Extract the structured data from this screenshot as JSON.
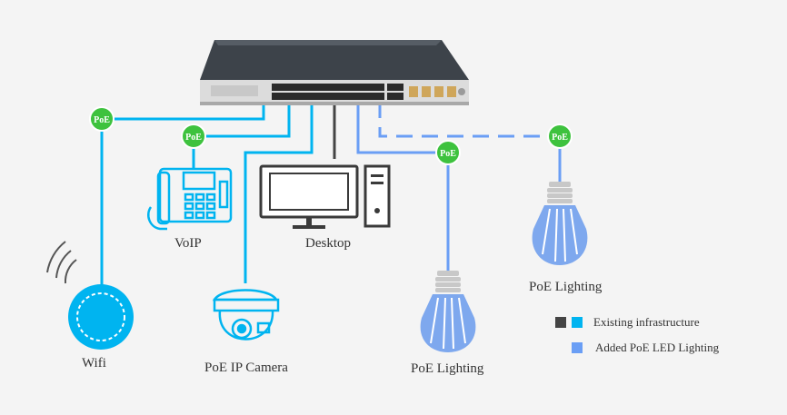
{
  "badge_text": "PoE",
  "labels": {
    "wifi": "Wifi",
    "voip": "VoIP",
    "camera": "PoE IP Camera",
    "desktop": "Desktop",
    "lighting_1": "PoE Lighting",
    "lighting_2": "PoE Lighting"
  },
  "legend": {
    "existing": "Existing infrastructure",
    "added": "Added PoE LED Lighting"
  },
  "colors": {
    "existing_dark": "#444444",
    "existing_cyan": "#00b4f0",
    "added_blue": "#6a9ef5",
    "poe_badge": "#3ec23e",
    "bulb_blue": "#7ea8ee",
    "bulb_base": "#c8c8c8"
  },
  "icons": [
    "network-switch-icon",
    "wifi-access-point-icon",
    "voip-phone-icon",
    "ip-camera-icon",
    "desktop-computer-icon",
    "led-bulb-icon"
  ]
}
